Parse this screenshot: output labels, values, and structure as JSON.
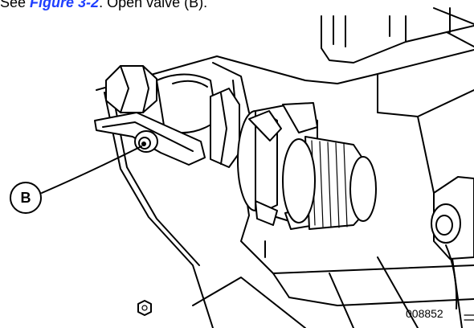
{
  "caption": {
    "prefix": "See ",
    "figure_ref": "Figure 3-2",
    "suffix": ". Open valve (B)."
  },
  "callout": {
    "label": "B"
  },
  "figure_number": "008852"
}
